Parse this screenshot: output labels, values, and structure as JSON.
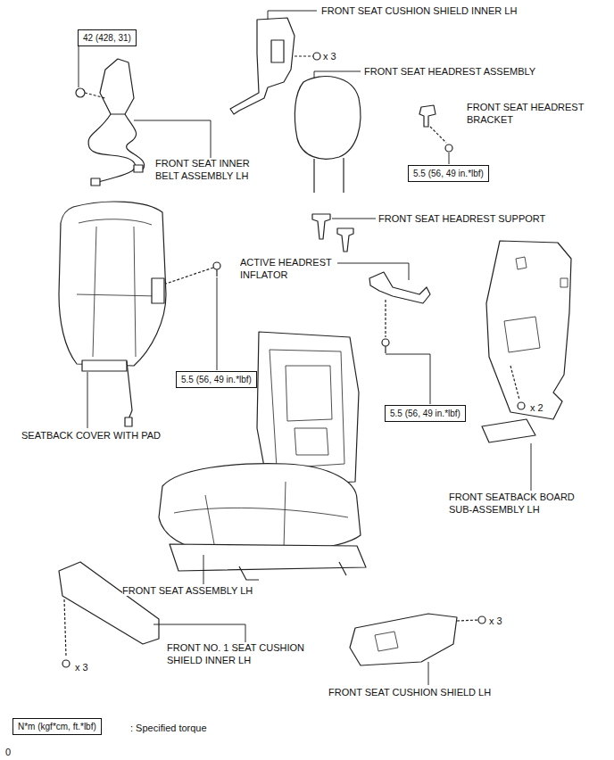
{
  "diagram": {
    "nodes": [
      {
        "text": [
          "42 (428, 31)"
        ]
      },
      {
        "text": [
          "5.5 (56, 49 in.*lbf)"
        ]
      },
      {
        "text": [
          "5.5 (56, 49 in.*lbf)"
        ]
      },
      {
        "text": [
          "5.5 (56, 49 in.*lbf)"
        ]
      },
      {
        "text": [
          "N*m (kgf*cm, ft.*lbf)"
        ]
      }
    ],
    "labels": [
      "FRONT SEAT CUSHION SHIELD INNER LH",
      "x 3",
      "FRONT SEAT INNER BELT ASSEMBLY LH",
      "FRONT SEAT HEADREST ASSEMBLY",
      "FRONT SEAT HEADREST BRACKET",
      "FRONT SEAT HEADREST SUPPORT",
      "ACTIVE HEADREST INFLATOR",
      "SEATBACK COVER WITH PAD",
      "x 2",
      "FRONT SEATBACK BOARD SUB-ASSEMBLY LH",
      "FRONT SEAT ASSEMBLY LH",
      "x 3",
      "FRONT NO. 1 SEAT CUSHION SHIELD INNER LH",
      "x 3",
      "FRONT SEAT CUSHION SHIELD LH",
      ": Specified torque",
      "0"
    ]
  }
}
